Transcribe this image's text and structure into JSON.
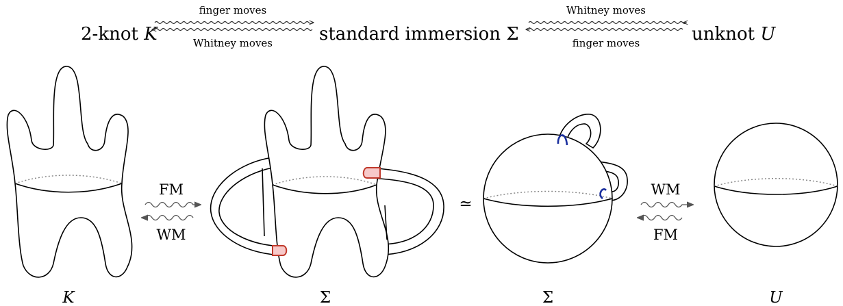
{
  "top_row": {
    "start": "2-knot",
    "start_symbol": "K",
    "middle": "standard immersion Σ",
    "end": "unknot",
    "end_symbol": "U",
    "left_over": "finger moves",
    "left_under": "Whitney moves",
    "right_over": "Whitney moves",
    "right_under": "finger moves"
  },
  "figures": {
    "captions": [
      "K",
      "Σ",
      "Σ",
      "U"
    ],
    "arrow1_top": "FM",
    "arrow1_bottom": "WM",
    "arrow2_top": "WM",
    "arrow2_bottom": "FM",
    "equiv_symbol": "≃"
  },
  "colors": {
    "red_patch": "#c0392b",
    "blue_loop": "#1a2f9e"
  }
}
